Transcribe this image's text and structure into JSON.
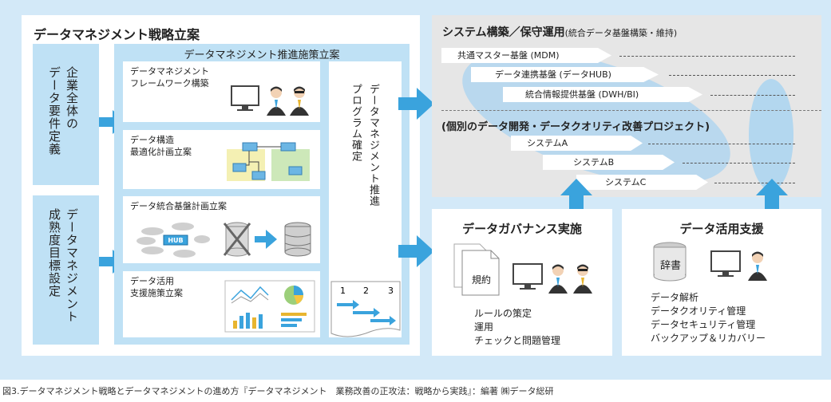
{
  "left_panel": {
    "title": "データマネジメント戦略立案",
    "col1_top": "企業全体の\nデータ要件定義",
    "col1_bottom": "データマネジメント\n成熟度目標設定",
    "mid_header": "データマネジメント推進施策立案",
    "items": [
      {
        "label": "データマネジメント\nフレームワーク構築"
      },
      {
        "label": "データ構造\n最適化計画立案"
      },
      {
        "label": "データ統合基盤計画立案"
      },
      {
        "label": "データ活用\n支援施策立案"
      }
    ],
    "hub_label": "HUB",
    "program": "データマネジメント推進\nプログラム確定",
    "steps": [
      "1",
      "2",
      "3"
    ]
  },
  "system_panel": {
    "title": "システム構築／保守運用",
    "title_note": "(統合データ基盤構築・維持)",
    "bars": [
      "共通マスター基盤 (MDM)",
      "データ連携基盤 (データHUB)",
      "統合情報提供基盤 (DWH/BI)"
    ],
    "projects_title": "(個別のデータ開発・データクオリティ改善プロジェクト)",
    "systems": [
      "システムA",
      "システムB",
      "システムC"
    ]
  },
  "governance": {
    "title": "データガバナンス実施",
    "doc_label": "規約",
    "items": [
      "ルールの策定",
      "運用",
      "チェックと問題管理"
    ]
  },
  "utilization": {
    "title": "データ活用支援",
    "dict_label": "辞書",
    "items": [
      "データ解析",
      "データクオリティ管理",
      "データセキュリティ管理",
      "バックアップ＆リカバリー"
    ]
  },
  "caption": "図3.データマネジメント戦略とデータマネジメントの進め方『データマネジメント　業務改善の正攻法：戦略から実践』：編著 ㈱データ総研",
  "colors": {
    "background": "#d3e9f8",
    "accent": "#3aa3dd",
    "gray_panel": "#e6e6e6"
  }
}
